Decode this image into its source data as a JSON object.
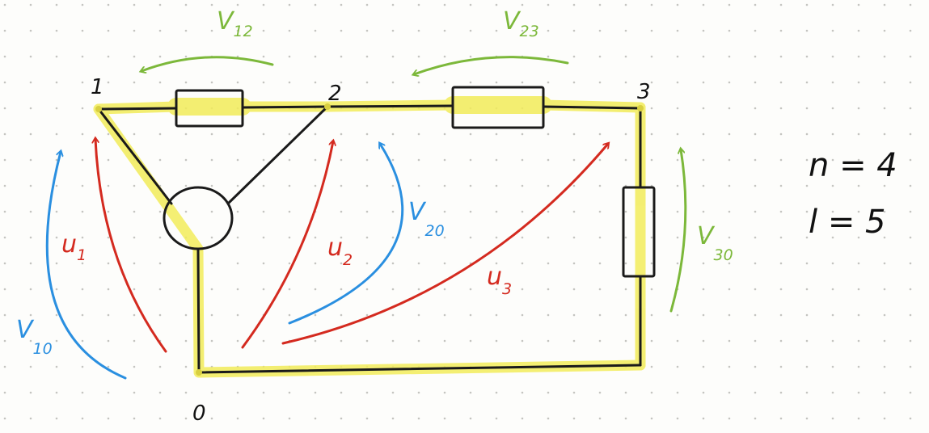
{
  "colors": {
    "wire": "#1a1a1a",
    "highlight": "#f2ec5a",
    "branch_voltage": "#d42a1f",
    "node_voltage": "#2a8fe0",
    "series_voltage": "#7cb83a",
    "text": "#111111"
  },
  "nodes": {
    "n1": "1",
    "n2": "2",
    "n3": "3",
    "n0": "0"
  },
  "voltages": {
    "v12": {
      "main": "V",
      "sub": "12"
    },
    "v23": {
      "main": "V",
      "sub": "23"
    },
    "v30": {
      "main": "V",
      "sub": "30"
    },
    "v20": {
      "main": "V",
      "sub": "20"
    },
    "v10": {
      "main": "V",
      "sub": "10"
    },
    "u1": {
      "main": "u",
      "sub": "1"
    },
    "u2": {
      "main": "u",
      "sub": "2"
    },
    "u3": {
      "main": "u",
      "sub": "3"
    }
  },
  "params": {
    "n": "n = 4",
    "l": "l = 5"
  }
}
